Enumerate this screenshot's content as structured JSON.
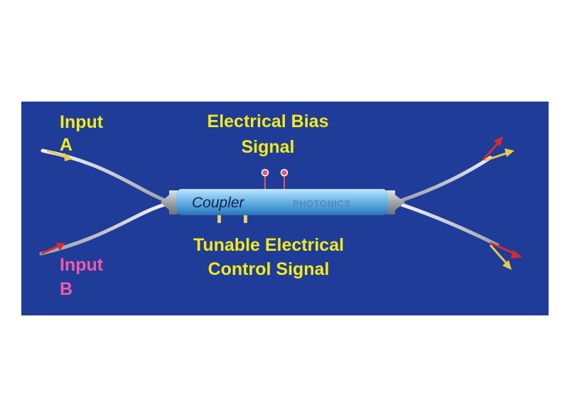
{
  "labels": {
    "input_a_line1": "Input",
    "input_a_line2": "A",
    "input_b_line1": "Input",
    "input_b_line2": "B",
    "bias_line1": "Electrical Bias",
    "bias_line2": "Signal",
    "control_line1": "Tunable Electrical",
    "control_line2": "Control Signal",
    "coupler": "Coupler",
    "watermark": "PHOTONICS"
  },
  "colors": {
    "background": "#1f3c99",
    "label_yellow": "#f2ea1c",
    "label_pink": "#ef5aa9",
    "fiber": "#c9cdd6",
    "coupler_body": "#6cb8e8",
    "arrow_red": "#d92b2b",
    "arrow_yellow": "#e9c94a",
    "pin_red": "#e45a5a",
    "pin_yellow": "#e3d26a"
  }
}
